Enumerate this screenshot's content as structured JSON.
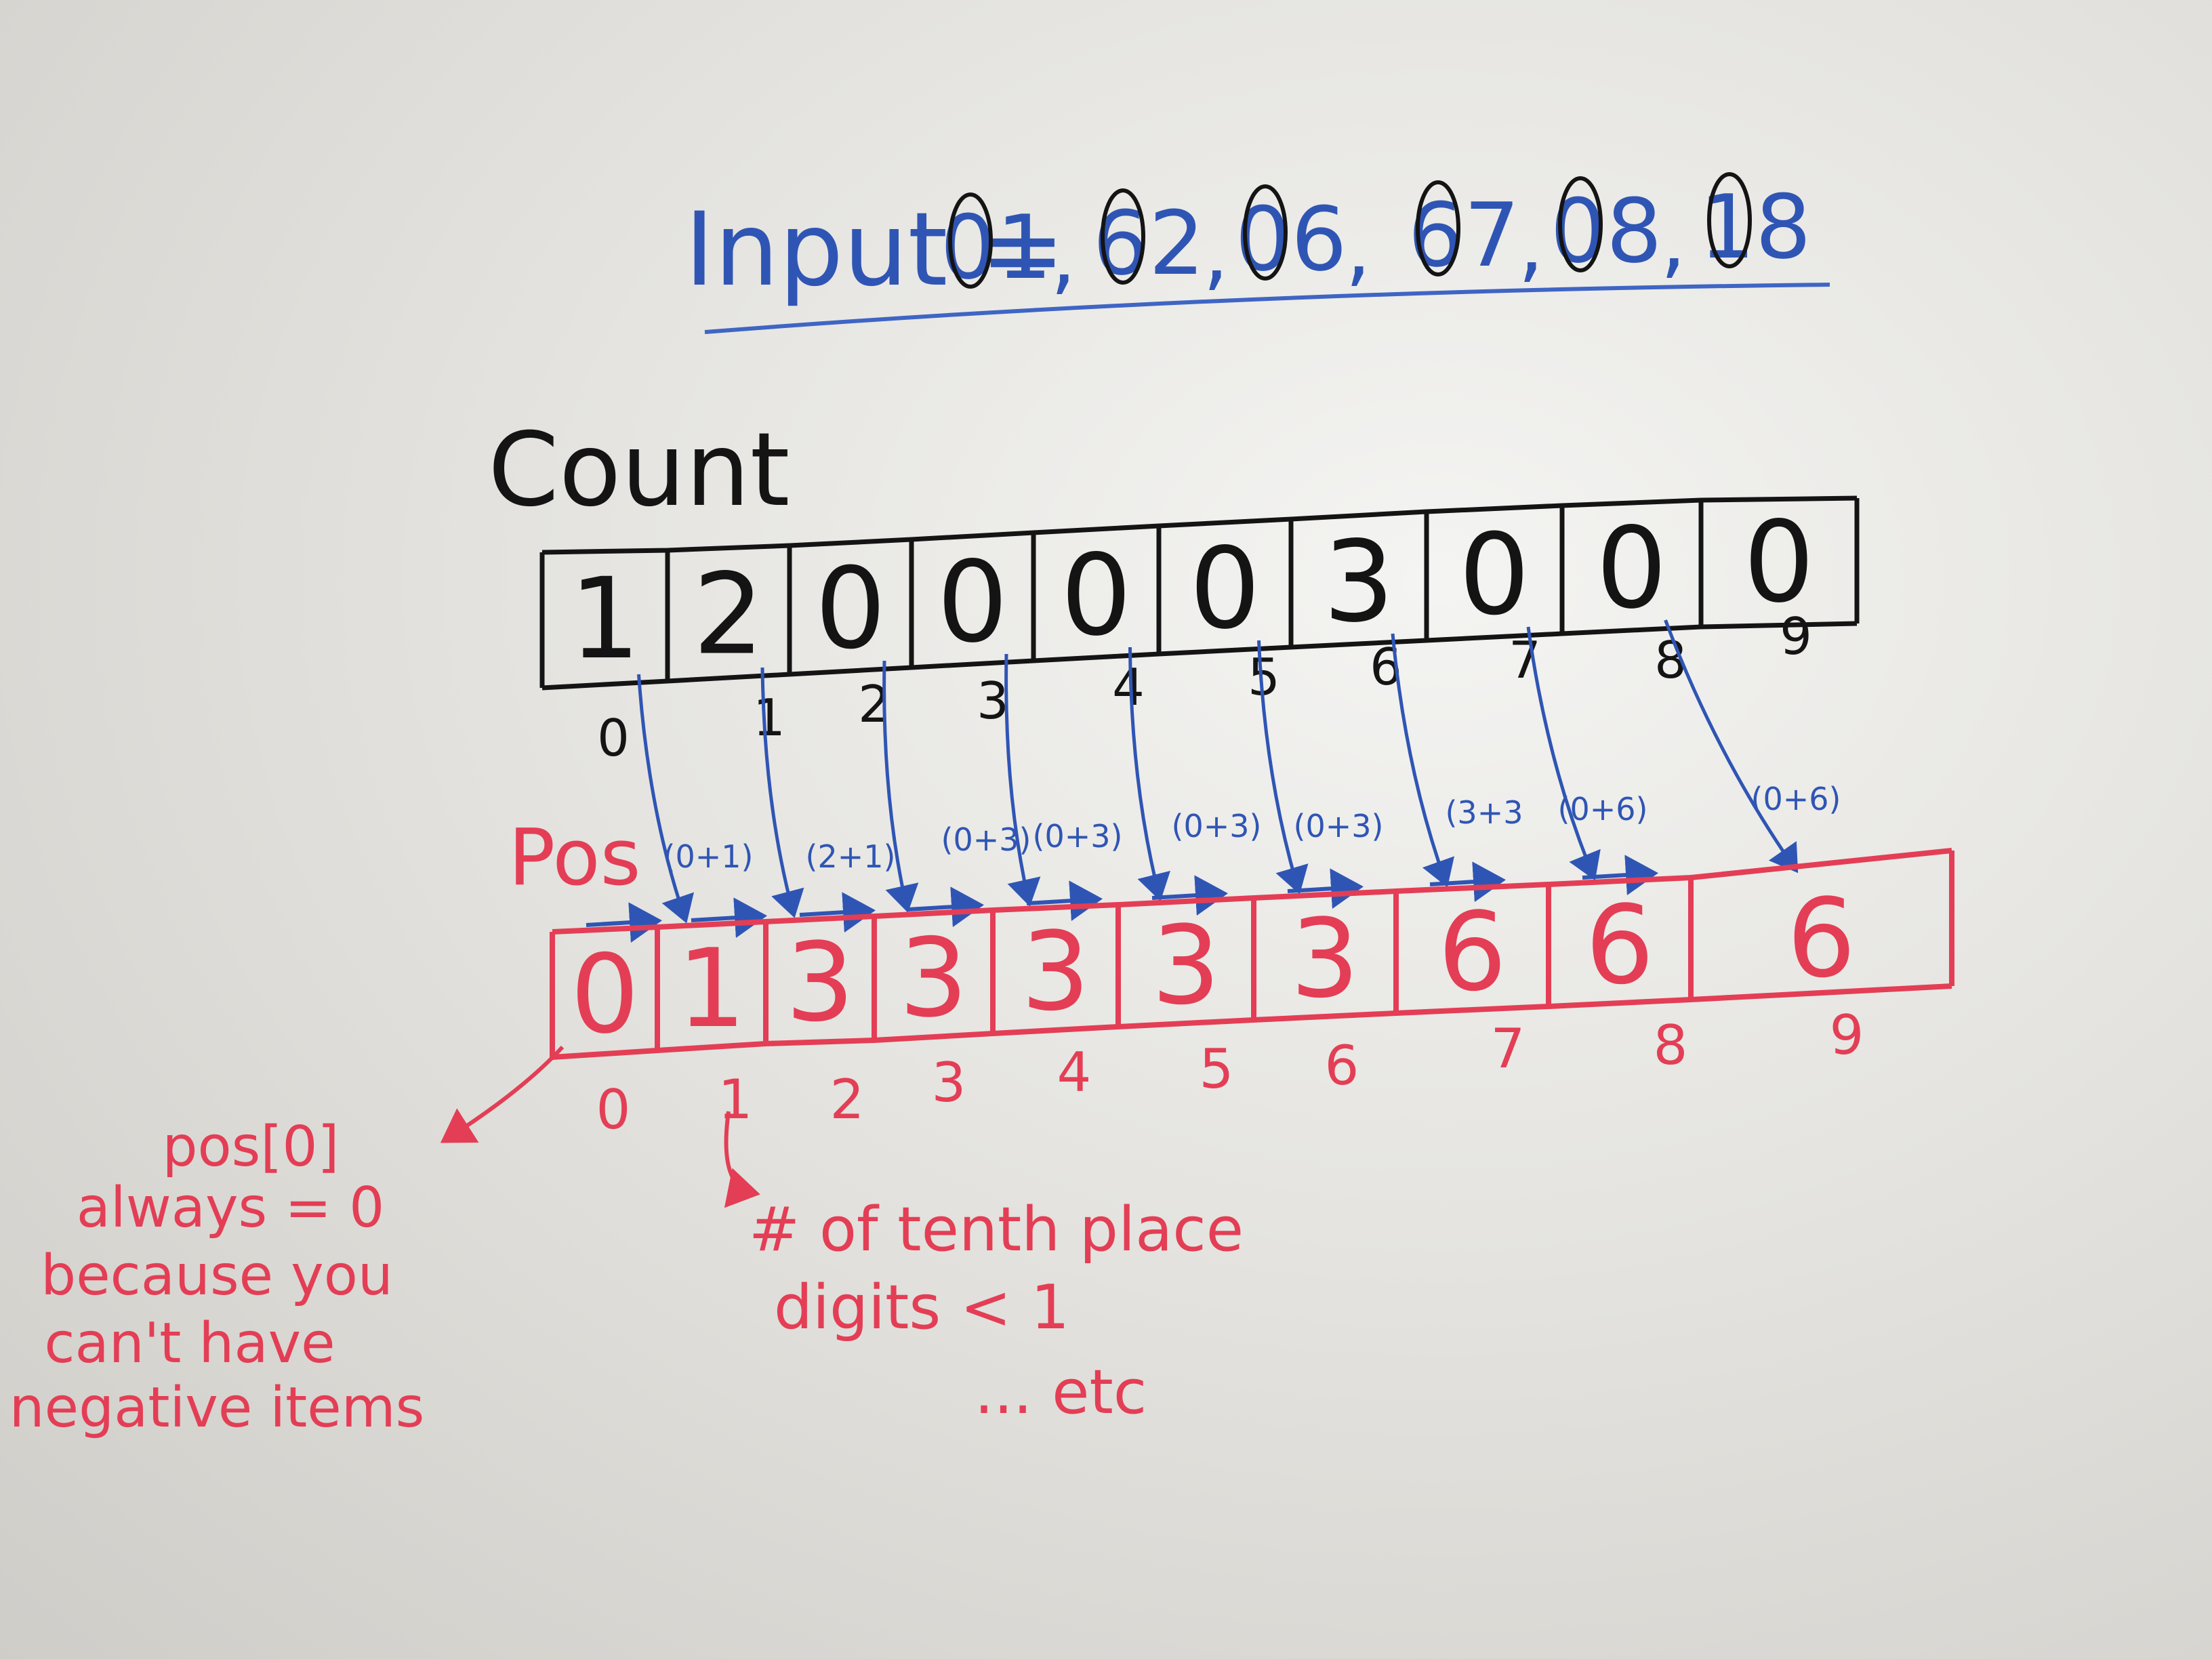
{
  "input": {
    "label": "Input =",
    "values": [
      "01",
      "62",
      "06",
      "67",
      "08",
      "18"
    ]
  },
  "count": {
    "title": "Count",
    "cells": [
      "1",
      "2",
      "0",
      "0",
      "0",
      "0",
      "3",
      "0",
      "0",
      "0"
    ],
    "indices": [
      "0",
      "1",
      "2",
      "3",
      "4",
      "5",
      "6",
      "7",
      "8",
      "9"
    ]
  },
  "pos": {
    "title": "Pos",
    "cells": [
      "0",
      "1",
      "3",
      "3",
      "3",
      "3",
      "3",
      "6",
      "6",
      "6"
    ],
    "indices": [
      "0",
      "1",
      "2",
      "3",
      "4",
      "5",
      "6",
      "7",
      "8",
      "9"
    ],
    "sums": [
      "(0+1)",
      "(2+1)",
      "(0+3)",
      "(0+3)",
      "(0+3)",
      "(0+3)",
      "(3+3",
      "(0+6)",
      "(0+6)"
    ]
  },
  "notes": {
    "pos0": [
      "pos[0]",
      "always = 0",
      "because you",
      "can't have",
      "negative items"
    ],
    "tenth": [
      "# of tenth place",
      "digits < 1",
      "... etc"
    ]
  },
  "colors": {
    "blue": "#2f55b4",
    "black": "#141414",
    "red": "#e33e55",
    "board": "#e8e7e3"
  }
}
